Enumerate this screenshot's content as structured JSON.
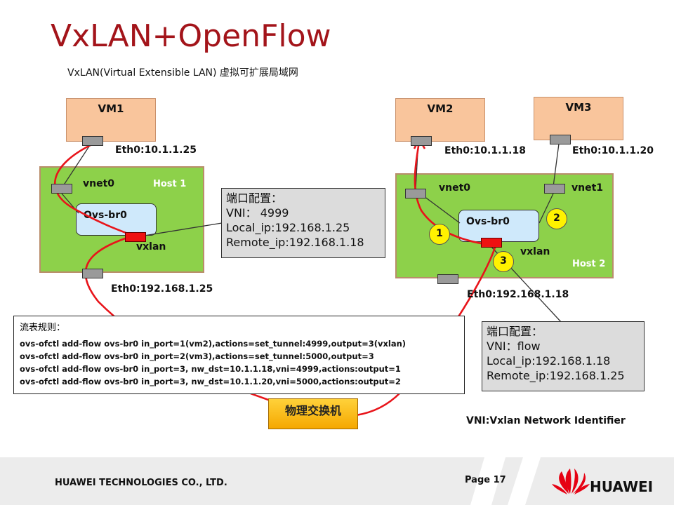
{
  "title": "VxLAN+OpenFlow",
  "subtitle": "VxLAN(Virtual Extensible LAN) 虚拟可扩展局域网",
  "vms": {
    "vm1": "VM1",
    "vm2": "VM2",
    "vm3": "VM3"
  },
  "ports": {
    "vm1_eth": "Eth0:10.1.1.25",
    "vm2_eth": "Eth0:10.1.1.18",
    "vm3_eth": "Eth0:10.1.1.20",
    "host1_vnet0": "vnet0",
    "host2_vnet0": "vnet0",
    "host2_vnet1": "vnet1",
    "host1_vxlan": "vxlan",
    "host2_vxlan": "vxlan",
    "host1_eth": "Eth0:192.168.1.25",
    "host2_eth": "Eth0:192.168.1.18"
  },
  "hosts": {
    "host1": "Host 1",
    "host2": "Host 2"
  },
  "bridges": {
    "host1": "Ovs-br0",
    "host2": "Ovs-br0"
  },
  "config1": {
    "title": "端口配置：",
    "vni": "VNI： 4999",
    "local": "Local_ip:192.168.1.25",
    "remote": "Remote_ip:192.168.1.18"
  },
  "config2": {
    "title": "端口配置：",
    "vni": "VNI：flow",
    "local": "Local_ip:192.168.1.18",
    "remote": "Remote_ip:192.168.1.25"
  },
  "steps": [
    "1",
    "2",
    "3"
  ],
  "flow_rules": {
    "title": "流表规则：",
    "rules": [
      "ovs-ofctl add-flow ovs-br0 in_port=1(vm2),actions=set_tunnel:4999,output=3(vxlan)",
      "ovs-ofctl add-flow ovs-br0 in_port=2(vm3),actions=set_tunnel:5000,output=3",
      "ovs-ofctl add-flow ovs-br0 in_port=3, nw_dst=10.1.1.18,vni=4999,actions:output=1",
      "ovs-ofctl add-flow ovs-br0 in_port=3, nw_dst=10.1.1.20,vni=5000,actions:output=2"
    ]
  },
  "switch_label": "物理交换机",
  "vni_note": "VNI:Vxlan Network Identifier",
  "footer": {
    "company": "HUAWEI TECHNOLOGIES CO., LTD.",
    "page": "Page 17",
    "brand": "HUAWEI"
  },
  "colors": {
    "title": "#a3141a",
    "path": "#e8141a",
    "host": "#8dd14a",
    "vm": "#f9c59c",
    "step": "#fff200",
    "brand": "#e60012"
  }
}
